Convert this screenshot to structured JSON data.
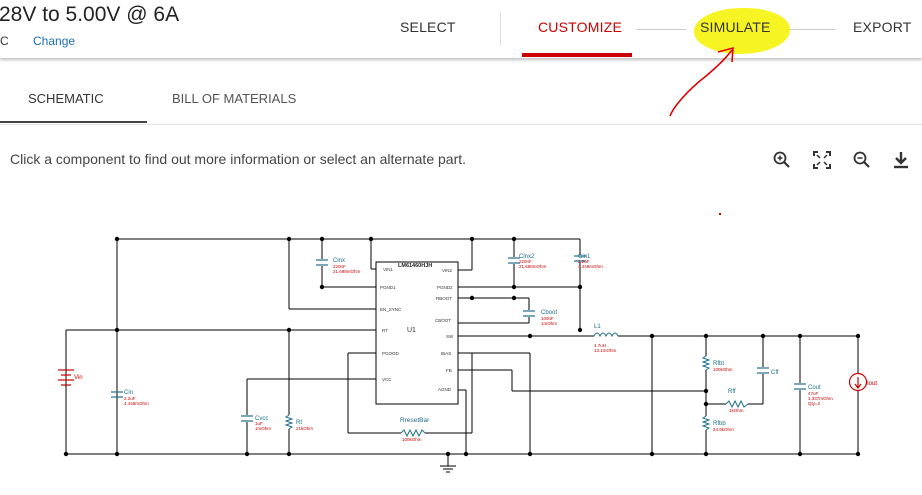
{
  "header": {
    "design_title": "28V to 5.00V @ 6A",
    "design_sub": "C",
    "change_link": "Change"
  },
  "steps": {
    "select": "SELECT",
    "customize": "CUSTOMIZE",
    "simulate": "SIMULATE",
    "export": "EXPORT",
    "active": "CUSTOMIZE"
  },
  "tabs": {
    "schematic": "SCHEMATIC",
    "bom": "BILL OF MATERIALS"
  },
  "hint": "Click a component to find out more information or select an alternate part.",
  "toolbar": {
    "icons": [
      "zoom-in-icon",
      "fit-screen-icon",
      "zoom-out-icon",
      "download-icon"
    ]
  },
  "annotations": {
    "highlight_color": "#f6f310",
    "arrow_color": "#e00000"
  },
  "schematic": {
    "ic_name": "LM61460HJH",
    "ic_ref": "U1",
    "pins_left": [
      "VIN1",
      "PGND1",
      "EN_SYNC",
      "RT",
      "PGOOD",
      "VCC"
    ],
    "pins_right": [
      "VIN2",
      "PGND2",
      "RBOOT",
      "CBOOT",
      "SW",
      "BIAS",
      "FB",
      "AGND"
    ],
    "components": {
      "clnx": {
        "name": "Clnx",
        "v1": "220nF",
        "v2": "21.698mOhm"
      },
      "clnx2": {
        "name": "Clnx2",
        "v1": "220nF",
        "v2": "21.698mOhm"
      },
      "cin1": {
        "name": "Cin1",
        "v1": "2.2uF",
        "v2": "4.448mOhm"
      },
      "cboot": {
        "name": "Cboot",
        "v1": "100nF",
        "v2": "1mOhm"
      },
      "l1": {
        "name": "L1",
        "v1": "4.7uH",
        "v2": "13.1mOhm"
      },
      "cin": {
        "name": "Cin",
        "v1": "2.2uF",
        "v2": "4.448mOhm"
      },
      "cvcc": {
        "name": "Cvcc",
        "v1": "1uF",
        "v2": "1mOhm"
      },
      "rt": {
        "name": "Rt",
        "v1": "21kOhm"
      },
      "rresetbar": {
        "name": "RresetBar",
        "v1": "100kOhm"
      },
      "rfbt": {
        "name": "Rfbt",
        "v1": "100kOhm"
      },
      "rff": {
        "name": "Rff",
        "v1": "1kOhm"
      },
      "cff": {
        "name": "Cff"
      },
      "rfbb": {
        "name": "Rfbb",
        "v1": "24.9kOhm"
      },
      "cout": {
        "name": "Cout",
        "v1": "47uF",
        "v2": "3.337mOhm",
        "v3": "Qty=2"
      },
      "vin": {
        "name": "Vin"
      },
      "iout": {
        "name": "Iout"
      }
    }
  }
}
